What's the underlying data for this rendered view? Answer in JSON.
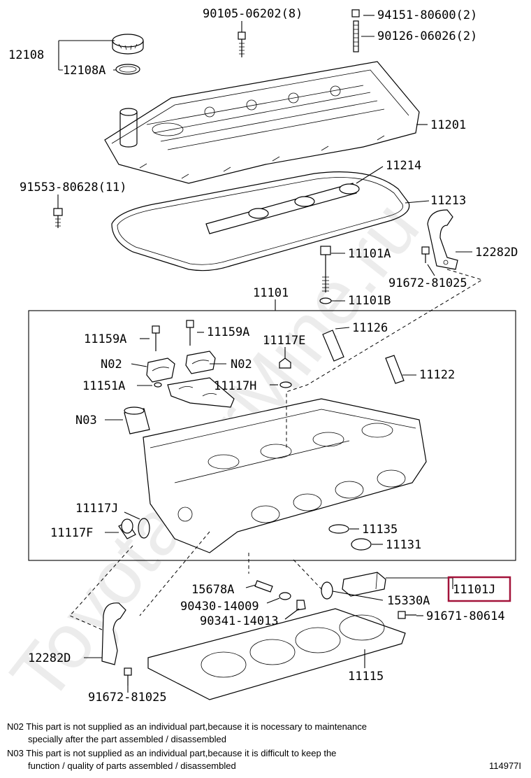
{
  "labels": {
    "p12108": "12108",
    "p12108a": "12108A",
    "p90105": "90105-06202(8)",
    "p94151": "94151-80600(2)",
    "p90126": "90126-06026(2)",
    "p11201": "11201",
    "p11214": "11214",
    "p91553": "91553-80628(11)",
    "p11213": "11213",
    "p12282d_top": "12282D",
    "p11101a": "11101A",
    "p91672_top": "91672-81025",
    "p11101b": "11101B",
    "p11101": "11101",
    "p11159a_left": "11159A",
    "p11159a_right": "11159A",
    "p11117e": "11117E",
    "p11126": "11126",
    "pn02_left": "N02",
    "pn02_right": "N02",
    "p11151a": "11151A",
    "p11117h": "11117H",
    "p11122": "11122",
    "pn03": "N03",
    "p11117j": "11117J",
    "p11117f": "11117F",
    "p11135": "11135",
    "p11131": "11131",
    "p15678a": "15678A",
    "p90430": "90430-14009",
    "p15330a": "15330A",
    "p11101j": "11101J",
    "p90341": "90341-14013",
    "p91671": "91671-80614",
    "p12282d_bottom": "12282D",
    "p11115": "11115",
    "p91672_bottom": "91672-81025"
  },
  "notes": {
    "n02_line1": "N02 This part is not supplied as an individual part,because it is nocessary to maintenance",
    "n02_line2": "specially after the part assembled / disassembled",
    "n03_line1": "N03 This part is not supplied as an individual part,because it is difficult to keep the",
    "n03_line2": "function / quality of parts assembled / disassembled"
  },
  "diagram_id": "114977I",
  "watermark": "ToyotaCarMine.ru",
  "highlight": {
    "part": "11101J",
    "color": "#a3133a"
  }
}
